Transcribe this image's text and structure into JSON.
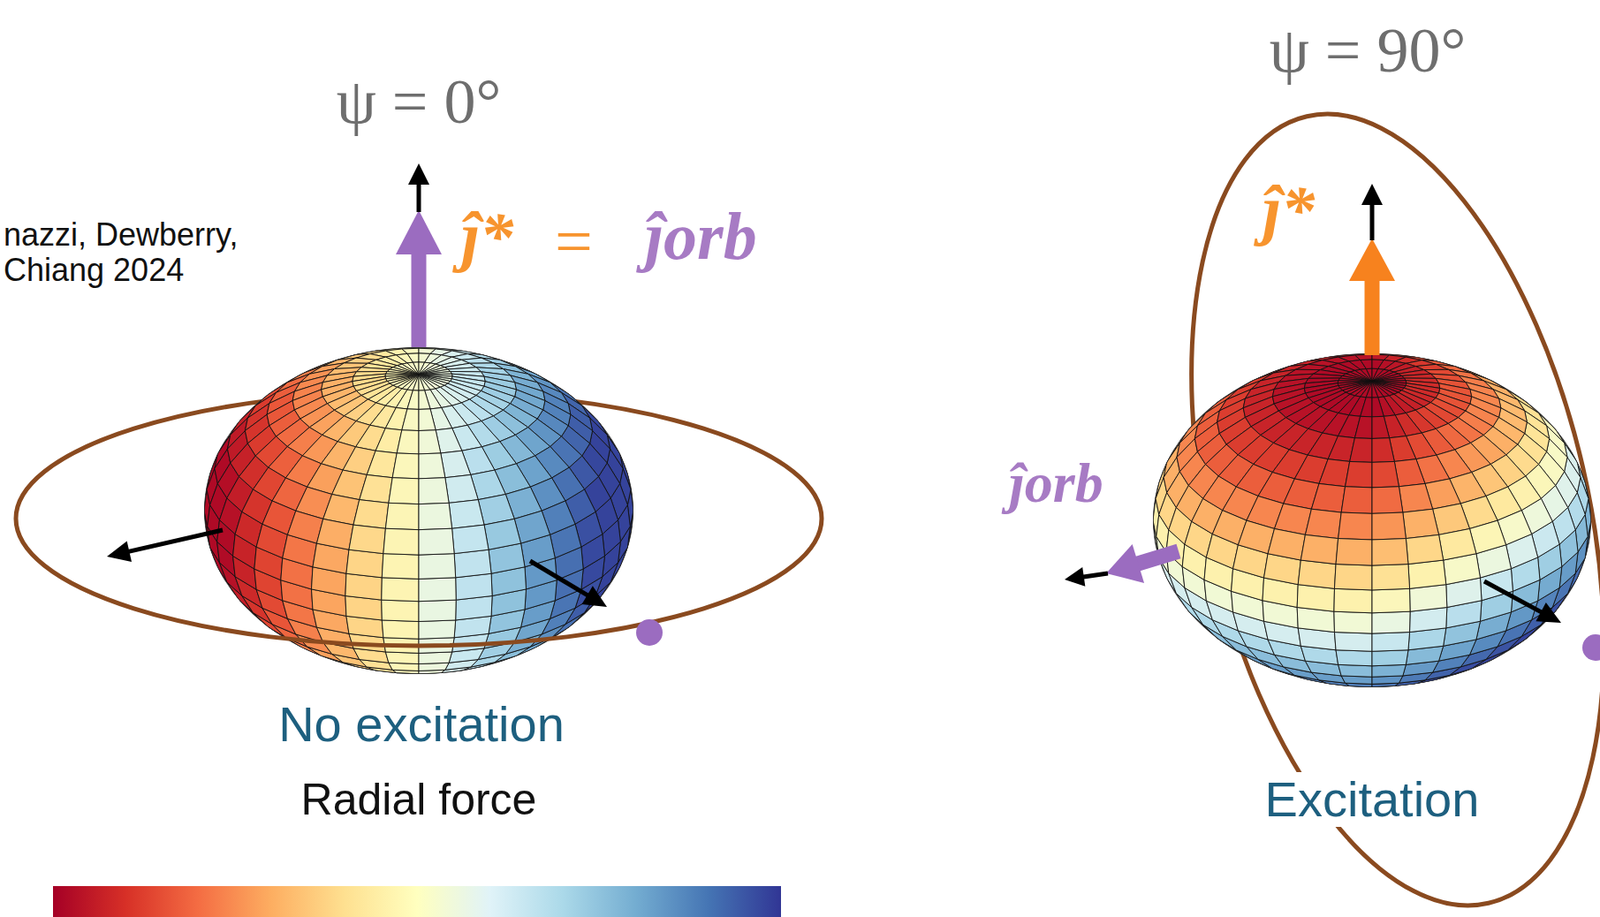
{
  "diagram": {
    "labels": [
      "ψ = 0°",
      "nazzi, Dewberry, Chiang 2024",
      "ĵ*",
      "=",
      "ĵorb",
      "No excitation",
      "Radial force",
      "ψ = 90°",
      "ĵ*",
      "ĵorb",
      "Excitation"
    ]
  }
}
